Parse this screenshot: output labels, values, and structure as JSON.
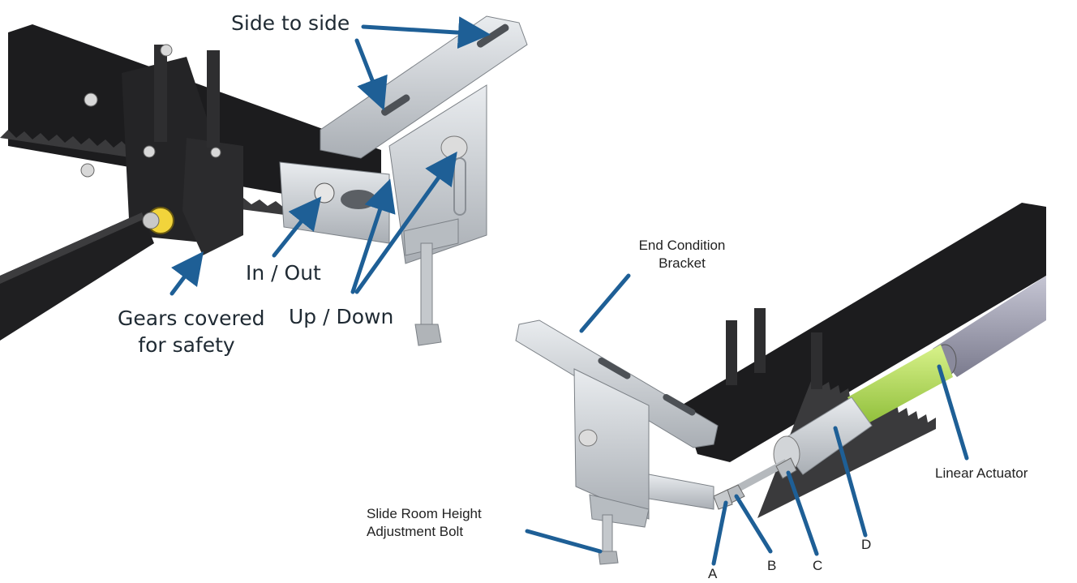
{
  "top_view": {
    "side_to_side": "Side to side",
    "in_out": "In / Out",
    "up_down": "Up / Down",
    "gears_line1": "Gears covered",
    "gears_line2": "for safety"
  },
  "bottom_view": {
    "end_condition_line1": "End Condition",
    "end_condition_line2": "Bracket",
    "height_bolt_line1": "Slide Room Height",
    "height_bolt_line2": "Adjustment Bolt",
    "linear_actuator": "Linear Actuator",
    "part_a": "A",
    "part_b": "B",
    "part_c": "C",
    "part_d": "D"
  },
  "colors": {
    "callout_arrow": "#1e5f96",
    "rail_black": "#1c1c1e",
    "steel": "#c9cdd1",
    "actuator_green": "#b9e05a",
    "actuator_gray": "#9a9aac"
  }
}
